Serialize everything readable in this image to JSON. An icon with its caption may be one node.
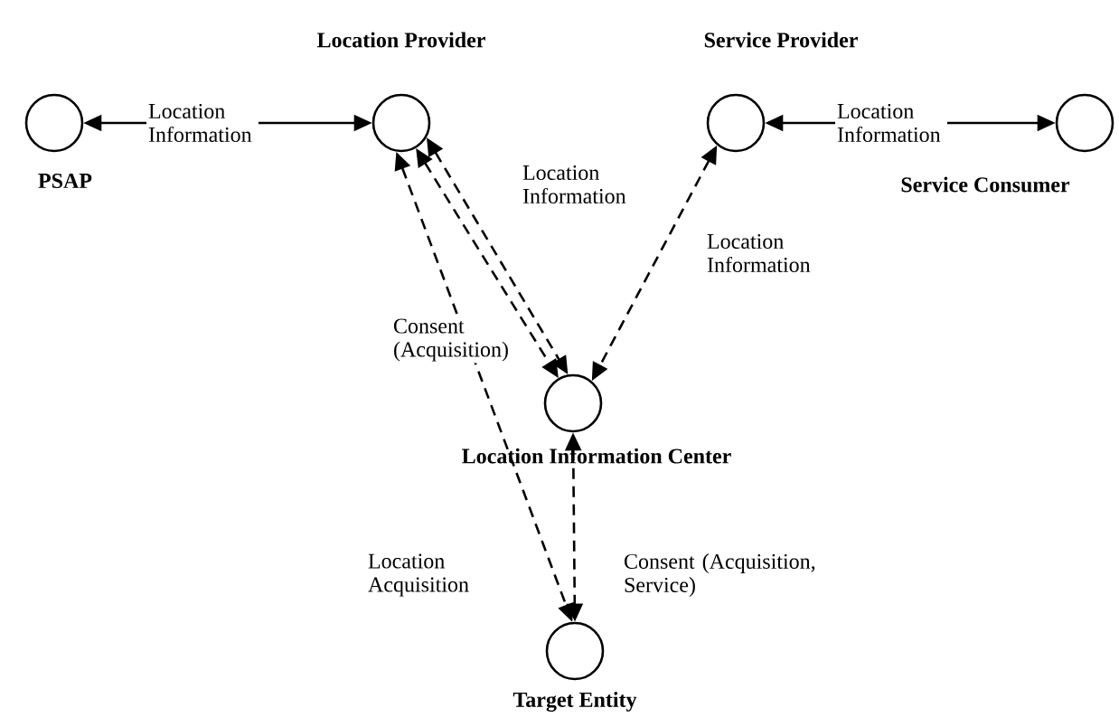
{
  "diagram": {
    "nodes": [
      {
        "text": [
          "PSAP"
        ]
      },
      {
        "text": [
          "Location Provider"
        ]
      },
      {
        "text": [
          "Service Provider"
        ]
      },
      {
        "text": [
          "Service Consumer"
        ]
      },
      {
        "text": [
          "Location Information Center"
        ]
      },
      {
        "text": [
          "Target Entity"
        ]
      }
    ],
    "edges": [
      {
        "from": 0,
        "to": 1,
        "arrow": "both",
        "label": "Location Information"
      },
      {
        "from": 2,
        "to": 3,
        "arrow": "both",
        "label": "Location Information"
      },
      {
        "from": 1,
        "to": 4,
        "arrow": "both",
        "label": "Location Information",
        "style": "dashed"
      },
      {
        "from": 1,
        "to": 4,
        "arrow": "both",
        "label": "Consent (Acquisition)",
        "style": "dashed"
      },
      {
        "from": 2,
        "to": 4,
        "arrow": "both",
        "label": "Location Information",
        "style": "dashed"
      },
      {
        "from": 1,
        "to": 5,
        "arrow": "both",
        "label": "Location Acquisition",
        "style": "dashed"
      },
      {
        "from": 4,
        "to": 5,
        "arrow": "both",
        "label": "Consent (Acquisition, Service)",
        "style": "dashed"
      }
    ]
  }
}
